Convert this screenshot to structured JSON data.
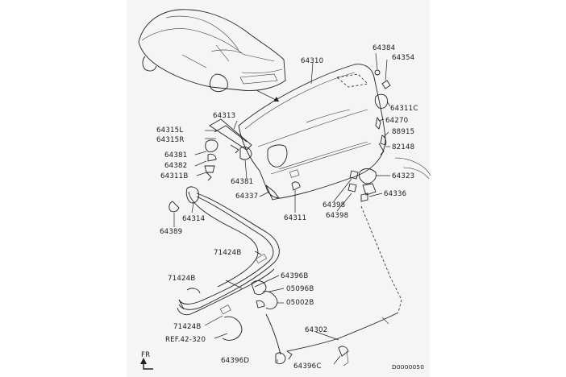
{
  "labels": {
    "p64310": "64310",
    "p64384": "64384",
    "p64354": "64354",
    "p64311C": "64311C",
    "p64270": "64270",
    "p88915": "88915",
    "p82148": "82148",
    "p64313": "64313",
    "p64315L": "64315L",
    "p64315R": "64315R",
    "p64381a": "64381",
    "p64382": "64382",
    "p64311B": "64311B",
    "p64381b": "64381",
    "p64337": "64337",
    "p64311": "64311",
    "p64398a": "64398",
    "p64398b": "64398",
    "p64323": "64323",
    "p64336": "64336",
    "p64314": "64314",
    "p64389": "64389",
    "p71424Ba": "71424B",
    "p71424Bb": "71424B",
    "p71424Bc": "71424B",
    "p64396B": "64396B",
    "p05096B": "05096B",
    "p05002B": "05002B",
    "ref": "REF.42-320",
    "p64302": "64302",
    "p64396D": "64396D",
    "p64396C": "64396C",
    "fr": "FR",
    "code": "D0000050"
  }
}
